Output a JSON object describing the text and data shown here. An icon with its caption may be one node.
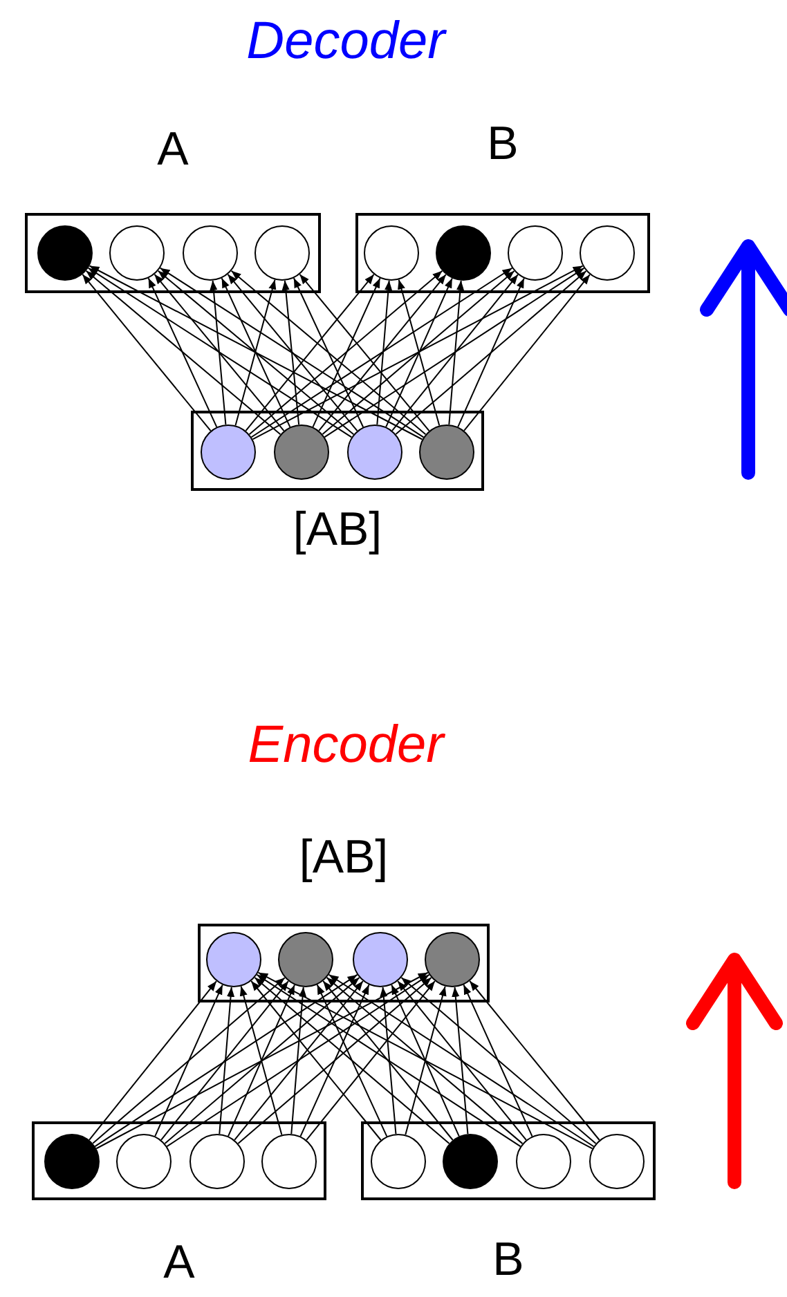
{
  "diagram": {
    "nodes": [
      {
        "text": [
          "A"
        ]
      },
      {
        "text": [],
        "shape": "circle",
        "in": 0
      },
      {
        "text": [],
        "shape": "circle",
        "in": 0
      },
      {
        "text": [],
        "shape": "circle",
        "in": 0
      },
      {
        "text": [],
        "shape": "circle",
        "in": 0
      },
      {
        "text": [
          "B"
        ]
      },
      {
        "text": [],
        "shape": "circle",
        "in": 5
      },
      {
        "text": [],
        "shape": "circle",
        "in": 5
      },
      {
        "text": [],
        "shape": "circle",
        "in": 5
      },
      {
        "text": [],
        "shape": "circle",
        "in": 5
      },
      {
        "text": [
          "[AB]"
        ]
      },
      {
        "text": [],
        "shape": "circle",
        "in": 10
      },
      {
        "text": [],
        "shape": "circle",
        "in": 10
      },
      {
        "text": [],
        "shape": "circle",
        "in": 10
      },
      {
        "text": [],
        "shape": "circle",
        "in": 10
      },
      {
        "text": [
          "[AB]"
        ]
      },
      {
        "text": [],
        "shape": "circle",
        "in": 15
      },
      {
        "text": [],
        "shape": "circle",
        "in": 15
      },
      {
        "text": [],
        "shape": "circle",
        "in": 15
      },
      {
        "text": [],
        "shape": "circle",
        "in": 15
      },
      {
        "text": [
          "A"
        ]
      },
      {
        "text": [],
        "shape": "circle",
        "in": 20
      },
      {
        "text": [],
        "shape": "circle",
        "in": 20
      },
      {
        "text": [],
        "shape": "circle",
        "in": 20
      },
      {
        "text": [],
        "shape": "circle",
        "in": 20
      },
      {
        "text": [
          "B"
        ]
      },
      {
        "text": [],
        "shape": "circle",
        "in": 25
      },
      {
        "text": [],
        "shape": "circle",
        "in": 25
      },
      {
        "text": [],
        "shape": "circle",
        "in": 25
      },
      {
        "text": [],
        "shape": "circle",
        "in": 25
      }
    ],
    "edges": [
      {
        "from": 11,
        "to": 1,
        "arrow": "to"
      },
      {
        "from": 11,
        "to": 2,
        "arrow": "to"
      },
      {
        "from": 11,
        "to": 3,
        "arrow": "to"
      },
      {
        "from": 11,
        "to": 4,
        "arrow": "to"
      },
      {
        "from": 11,
        "to": 6,
        "arrow": "to"
      },
      {
        "from": 11,
        "to": 7,
        "arrow": "to"
      },
      {
        "from": 11,
        "to": 8,
        "arrow": "to"
      },
      {
        "from": 11,
        "to": 9,
        "arrow": "to"
      },
      {
        "from": 12,
        "to": 1,
        "arrow": "to"
      },
      {
        "from": 12,
        "to": 2,
        "arrow": "to"
      },
      {
        "from": 12,
        "to": 3,
        "arrow": "to"
      },
      {
        "from": 12,
        "to": 4,
        "arrow": "to"
      },
      {
        "from": 12,
        "to": 6,
        "arrow": "to"
      },
      {
        "from": 12,
        "to": 7,
        "arrow": "to"
      },
      {
        "from": 12,
        "to": 8,
        "arrow": "to"
      },
      {
        "from": 12,
        "to": 9,
        "arrow": "to"
      },
      {
        "from": 13,
        "to": 1,
        "arrow": "to"
      },
      {
        "from": 13,
        "to": 2,
        "arrow": "to"
      },
      {
        "from": 13,
        "to": 3,
        "arrow": "to"
      },
      {
        "from": 13,
        "to": 4,
        "arrow": "to"
      },
      {
        "from": 13,
        "to": 6,
        "arrow": "to"
      },
      {
        "from": 13,
        "to": 7,
        "arrow": "to"
      },
      {
        "from": 13,
        "to": 8,
        "arrow": "to"
      },
      {
        "from": 13,
        "to": 9,
        "arrow": "to"
      },
      {
        "from": 14,
        "to": 1,
        "arrow": "to"
      },
      {
        "from": 14,
        "to": 2,
        "arrow": "to"
      },
      {
        "from": 14,
        "to": 3,
        "arrow": "to"
      },
      {
        "from": 14,
        "to": 4,
        "arrow": "to"
      },
      {
        "from": 14,
        "to": 6,
        "arrow": "to"
      },
      {
        "from": 14,
        "to": 7,
        "arrow": "to"
      },
      {
        "from": 14,
        "to": 8,
        "arrow": "to"
      },
      {
        "from": 14,
        "to": 9,
        "arrow": "to"
      },
      {
        "from": 21,
        "to": 16,
        "arrow": "to"
      },
      {
        "from": 21,
        "to": 17,
        "arrow": "to"
      },
      {
        "from": 21,
        "to": 18,
        "arrow": "to"
      },
      {
        "from": 21,
        "to": 19,
        "arrow": "to"
      },
      {
        "from": 22,
        "to": 16,
        "arrow": "to"
      },
      {
        "from": 22,
        "to": 17,
        "arrow": "to"
      },
      {
        "from": 22,
        "to": 18,
        "arrow": "to"
      },
      {
        "from": 22,
        "to": 19,
        "arrow": "to"
      },
      {
        "from": 23,
        "to": 16,
        "arrow": "to"
      },
      {
        "from": 23,
        "to": 17,
        "arrow": "to"
      },
      {
        "from": 23,
        "to": 18,
        "arrow": "to"
      },
      {
        "from": 23,
        "to": 19,
        "arrow": "to"
      },
      {
        "from": 24,
        "to": 16,
        "arrow": "to"
      },
      {
        "from": 24,
        "to": 17,
        "arrow": "to"
      },
      {
        "from": 24,
        "to": 18,
        "arrow": "to"
      },
      {
        "from": 24,
        "to": 19,
        "arrow": "to"
      },
      {
        "from": 26,
        "to": 16,
        "arrow": "to"
      },
      {
        "from": 26,
        "to": 17,
        "arrow": "to"
      },
      {
        "from": 26,
        "to": 18,
        "arrow": "to"
      },
      {
        "from": 26,
        "to": 19,
        "arrow": "to"
      },
      {
        "from": 27,
        "to": 16,
        "arrow": "to"
      },
      {
        "from": 27,
        "to": 17,
        "arrow": "to"
      },
      {
        "from": 27,
        "to": 18,
        "arrow": "to"
      },
      {
        "from": 27,
        "to": 19,
        "arrow": "to"
      },
      {
        "from": 28,
        "to": 16,
        "arrow": "to"
      },
      {
        "from": 28,
        "to": 17,
        "arrow": "to"
      },
      {
        "from": 28,
        "to": 18,
        "arrow": "to"
      },
      {
        "from": 28,
        "to": 19,
        "arrow": "to"
      },
      {
        "from": 29,
        "to": 16,
        "arrow": "to"
      },
      {
        "from": 29,
        "to": 17,
        "arrow": "to"
      },
      {
        "from": 29,
        "to": 18,
        "arrow": "to"
      },
      {
        "from": 29,
        "to": 19,
        "arrow": "to"
      }
    ],
    "labels": [
      "Decoder",
      "Encoder"
    ]
  }
}
